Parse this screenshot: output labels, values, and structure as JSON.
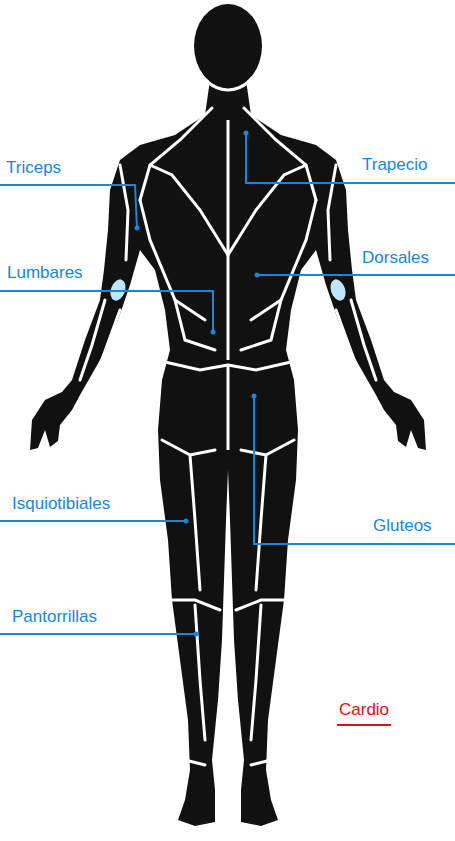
{
  "diagram": {
    "labels": [
      "Triceps",
      "Trapecio",
      "Dorsales",
      "Lumbares",
      "Isquiotibiales",
      "Gluteos",
      "Pantorrillas",
      "Cardio"
    ]
  }
}
